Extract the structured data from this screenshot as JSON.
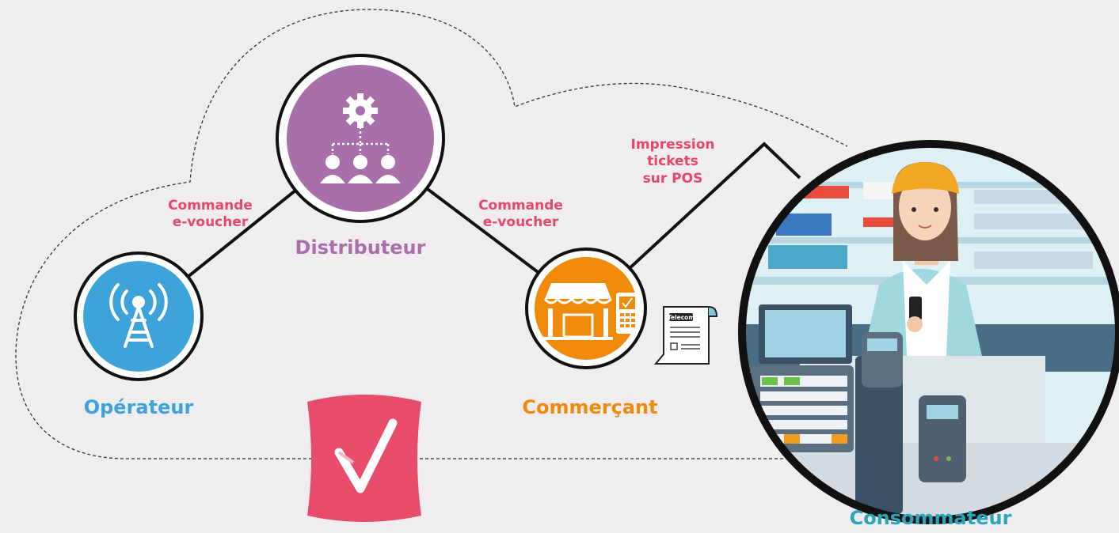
{
  "nodes": {
    "operateur": {
      "label": "Opérateur",
      "color": "#3ea3d8"
    },
    "distributeur": {
      "label": "Distributeur",
      "color": "#a86fab"
    },
    "commercant": {
      "label": "Commerçant",
      "color": "#ef8a0b"
    },
    "consommateur": {
      "label": "Consommateur",
      "color": "#2aa5b9"
    }
  },
  "edges": {
    "op_dist": {
      "line1": "Commande",
      "line2": "e-voucher"
    },
    "dist_comm": {
      "line1": "Commande",
      "line2": "e-voucher"
    },
    "comm_cons": {
      "line1": "Impression",
      "line2": "tickets",
      "line3": "sur POS"
    }
  },
  "receipt": {
    "brand": "Telecom"
  },
  "colors": {
    "edge_label": "#e6476a",
    "logo": "#e84c6b",
    "background": "#efedef"
  },
  "icons": {
    "operateur": "antenna-tower-icon",
    "distributeur": "gear-hierarchy-icon",
    "commercant": "shop-terminal-icon",
    "logo": "checkmark-logo-icon"
  }
}
